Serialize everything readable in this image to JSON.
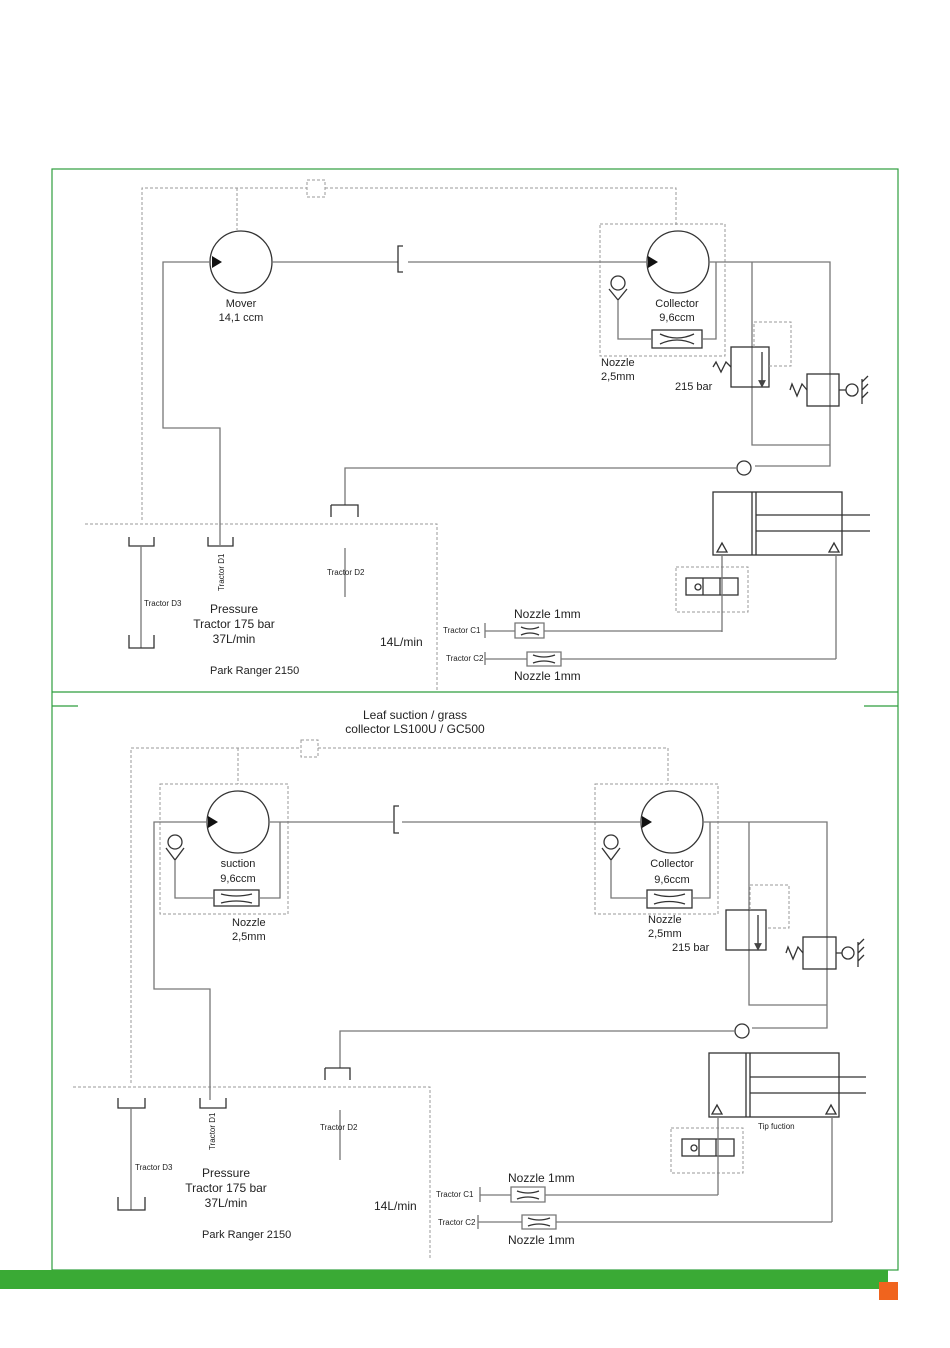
{
  "colors": {
    "frame": "#2e9e3e",
    "bar": "#3aaa35",
    "accent": "#f0641e",
    "line": "#777777"
  },
  "panel_top": {
    "motor_left_name": "Mover",
    "motor_left_size": "14,1 ccm",
    "motor_right_name": "Collector",
    "motor_right_size": "9,6ccm",
    "nozzle_name": "Nozzle",
    "nozzle_size": "2,5mm",
    "relief": "215 bar",
    "tractor_d1": "Tractor D1",
    "tractor_d2": "Tractor D2",
    "tractor_d3": "Tractor D3",
    "pressure_1": "Pressure",
    "pressure_2": "Tractor 175 bar",
    "pressure_3": "37L/min",
    "flow": "14L/min",
    "tractor_c1": "Tractor C1",
    "tractor_c2": "Tractor C2",
    "nozzle_1mm_a": "Nozzle 1mm",
    "nozzle_1mm_b": "Nozzle 1mm",
    "machine": "Park Ranger 2150"
  },
  "caption_1": "Leaf suction / grass",
  "caption_2": "collector LS100U / GC500",
  "panel_bottom": {
    "motor_left_name": "suction",
    "motor_left_size": "9,6ccm",
    "motor_right_name": "Collector",
    "motor_right_size": "9,6ccm",
    "nozzle_left_name": "Nozzle",
    "nozzle_left_size": "2,5mm",
    "nozzle_right_name": "Nozzle",
    "nozzle_right_size": "2,5mm",
    "relief": "215 bar",
    "tractor_d1": "Tractor D1",
    "tractor_d2": "Tractor D2",
    "tractor_d3": "Tractor D3",
    "pressure_1": "Pressure",
    "pressure_2": "Tractor 175 bar",
    "pressure_3": "37L/min",
    "flow": "14L/min",
    "tractor_c1": "Tractor C1",
    "tractor_c2": "Tractor C2",
    "nozzle_1mm_a": "Nozzle 1mm",
    "nozzle_1mm_b": "Nozzle 1mm",
    "tip": "Tip fuction",
    "machine": "Park Ranger 2150"
  }
}
